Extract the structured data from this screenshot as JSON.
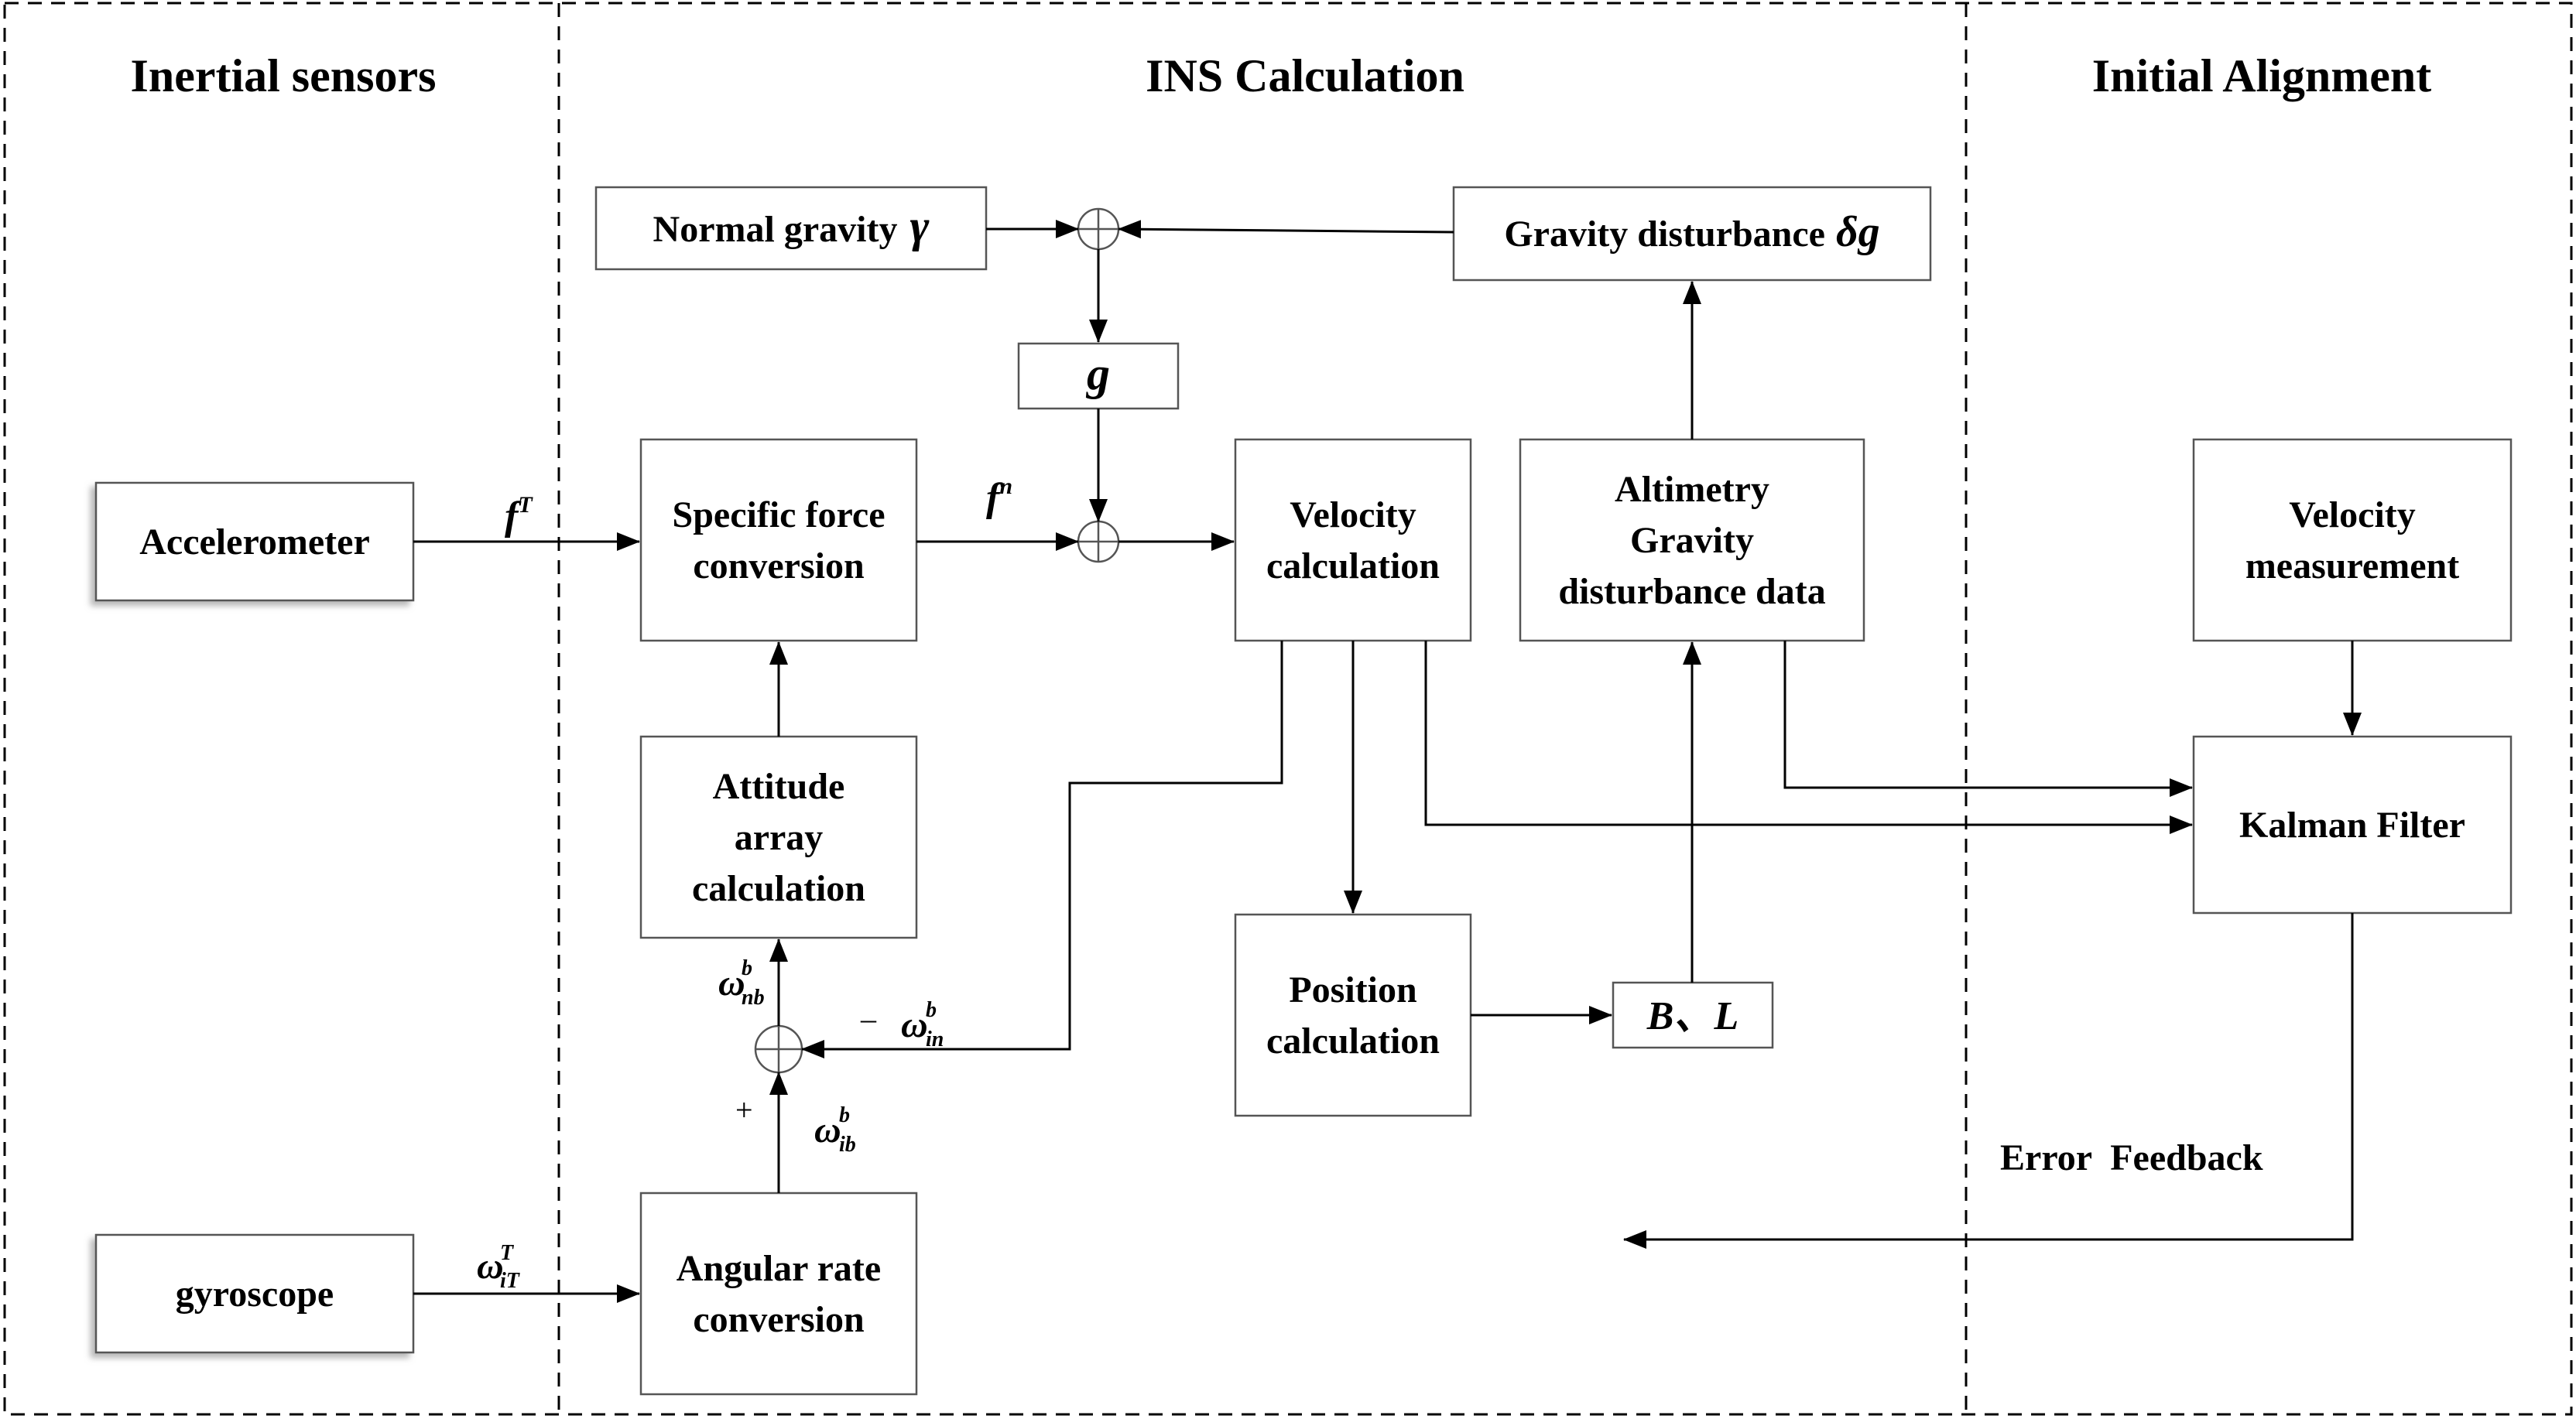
{
  "sections": {
    "inertial_sensors": "Inertial sensors",
    "ins_calculation": "INS Calculation",
    "initial_alignment": "Initial Alignment"
  },
  "boxes": {
    "accelerometer": [
      "Accelerometer"
    ],
    "gyroscope": [
      "gyroscope"
    ],
    "specific_force": [
      "Specific force",
      "conversion"
    ],
    "attitude": [
      "Attitude",
      "array",
      "calculation"
    ],
    "angular_rate": [
      "Angular rate",
      "conversion"
    ],
    "velocity_calc": [
      "Velocity",
      "calculation"
    ],
    "position_calc": [
      "Position",
      "calculation"
    ],
    "altimetry": [
      "Altimetry",
      "Gravity",
      "disturbance data"
    ],
    "velocity_meas": [
      "Velocity",
      "measurement"
    ],
    "kalman": [
      "Kalman Filter"
    ],
    "normal_gravity": "Normal gravity",
    "normal_gravity_symbol": "γ",
    "gravity_disturbance": "Gravity disturbance",
    "gravity_disturbance_symbol": "δg",
    "g": "g",
    "bl": "B、L"
  },
  "signals": {
    "f_T": {
      "base": "f",
      "sup": "T"
    },
    "f_n": {
      "base": "f",
      "sup": "n"
    },
    "omega_iT_T": {
      "base": "ω",
      "sub": "iT",
      "sup": "T"
    },
    "omega_nb_b": {
      "base": "ω",
      "sub": "nb",
      "sup": "b"
    },
    "omega_in_b": {
      "base": "ω",
      "sub": "in",
      "sup": "b"
    },
    "omega_ib_b": {
      "base": "ω",
      "sub": "ib",
      "sup": "b"
    },
    "minus": "–",
    "plus": "+"
  },
  "labels": {
    "error_feedback": "Error  Feedback"
  }
}
